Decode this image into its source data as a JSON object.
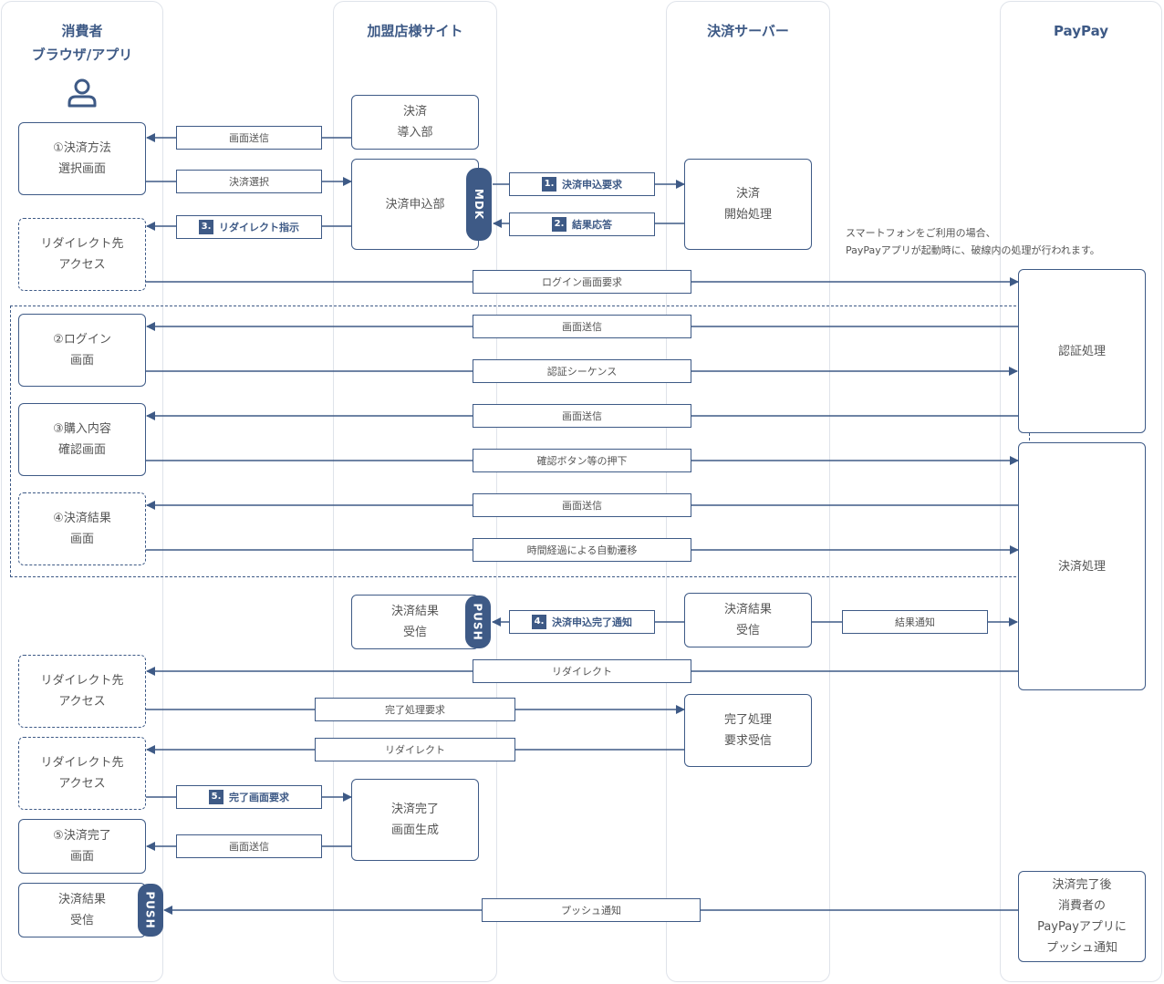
{
  "lanes": {
    "consumer": "消費者\nブラウザ/アプリ",
    "merchant": "加盟店様サイト",
    "server": "決済サーバー",
    "paypay": "PayPay"
  },
  "icons": {
    "consumer": "person-icon"
  },
  "colors": {
    "accent": "#3e5a86",
    "lane_border": "#dfe3ea"
  },
  "boxes": {
    "c1": "①決済方法\n選択画面",
    "c_redirect1": "リダイレクト先\nアクセス",
    "c2": "②ログイン\n画面",
    "c3": "③購入内容\n確認画面",
    "c4": "④決済結果\n画面",
    "c_redirect2": "リダイレクト先\nアクセス",
    "c_redirect3": "リダイレクト先\nアクセス",
    "c5": "⑤決済完了\n画面",
    "c_push": "決済結果\n受信",
    "m_intro": "決済\n導入部",
    "m_apply": "決済申込部",
    "m_result": "決済結果\n受信",
    "m_complete": "決済完了\n画面生成",
    "s_start": "決済\n開始処理",
    "s_result": "決済結果\n受信",
    "s_complete": "完了処理\n要求受信",
    "p_auth": "認証処理",
    "p_pay": "決済処理",
    "p_push": "決済完了後\n消費者の\nPayPayアプリに\nプッシュ通知"
  },
  "pills": {
    "mdk": "MDK",
    "push_merchant": "PUSH",
    "push_consumer": "PUSH"
  },
  "labels": {
    "screen_send_1": "画面送信",
    "select": "決済選択",
    "redirect_instr": "リダイレクト指示",
    "redirect_instr_num": "3.",
    "apply_req": "決済申込要求",
    "apply_req_num": "1.",
    "result_resp": "結果応答",
    "result_resp_num": "2.",
    "login_req": "ログイン画面要求",
    "screen_send_2": "画面送信",
    "auth_seq": "認証シーケンス",
    "screen_send_3": "画面送信",
    "confirm_press": "確認ボタン等の押下",
    "screen_send_4": "画面送信",
    "auto_transition": "時間経過による自動遷移",
    "apply_done": "決済申込完了通知",
    "apply_done_num": "4.",
    "result_notify": "結果通知",
    "redirect_1": "リダイレクト",
    "complete_req": "完了処理要求",
    "redirect_2": "リダイレクト",
    "complete_screen_req": "完了画面要求",
    "complete_screen_req_num": "5.",
    "screen_send_5": "画面送信",
    "push_notify": "プッシュ通知"
  },
  "note": "スマートフォンをご利用の場合、\nPayPayアプリが起動時に、破線内の処理が行われます。"
}
